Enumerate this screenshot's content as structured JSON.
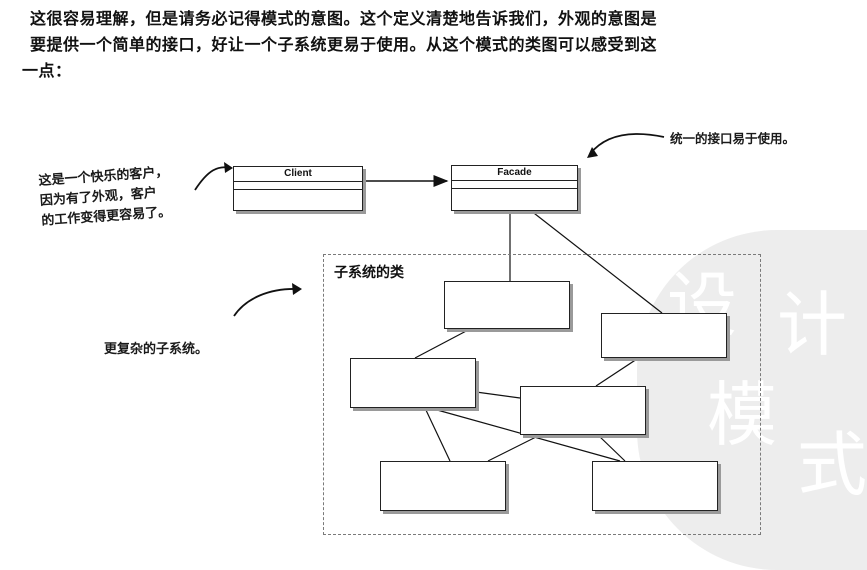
{
  "paragraph": {
    "line1": "这很容易理解，但是请务必记得模式的意图。这个定义清楚地告诉我们，外观的意图是",
    "line2": "要提供一个简单的接口，好让一个子系统更易于使用。从这个模式的类图可以感受到这",
    "line3": "一点："
  },
  "diagram": {
    "client_label": "Client",
    "facade_label": "Facade",
    "subsystem_title": "子系统的类"
  },
  "annotations": {
    "happy_client_line1": "这是一个快乐的客户，",
    "happy_client_line2": "因为有了外观，客户",
    "happy_client_line3": "的工作变得更容易了。",
    "unified_interface": "统一的接口易于使用。",
    "complex_subsystem": "更复杂的子系统。"
  }
}
